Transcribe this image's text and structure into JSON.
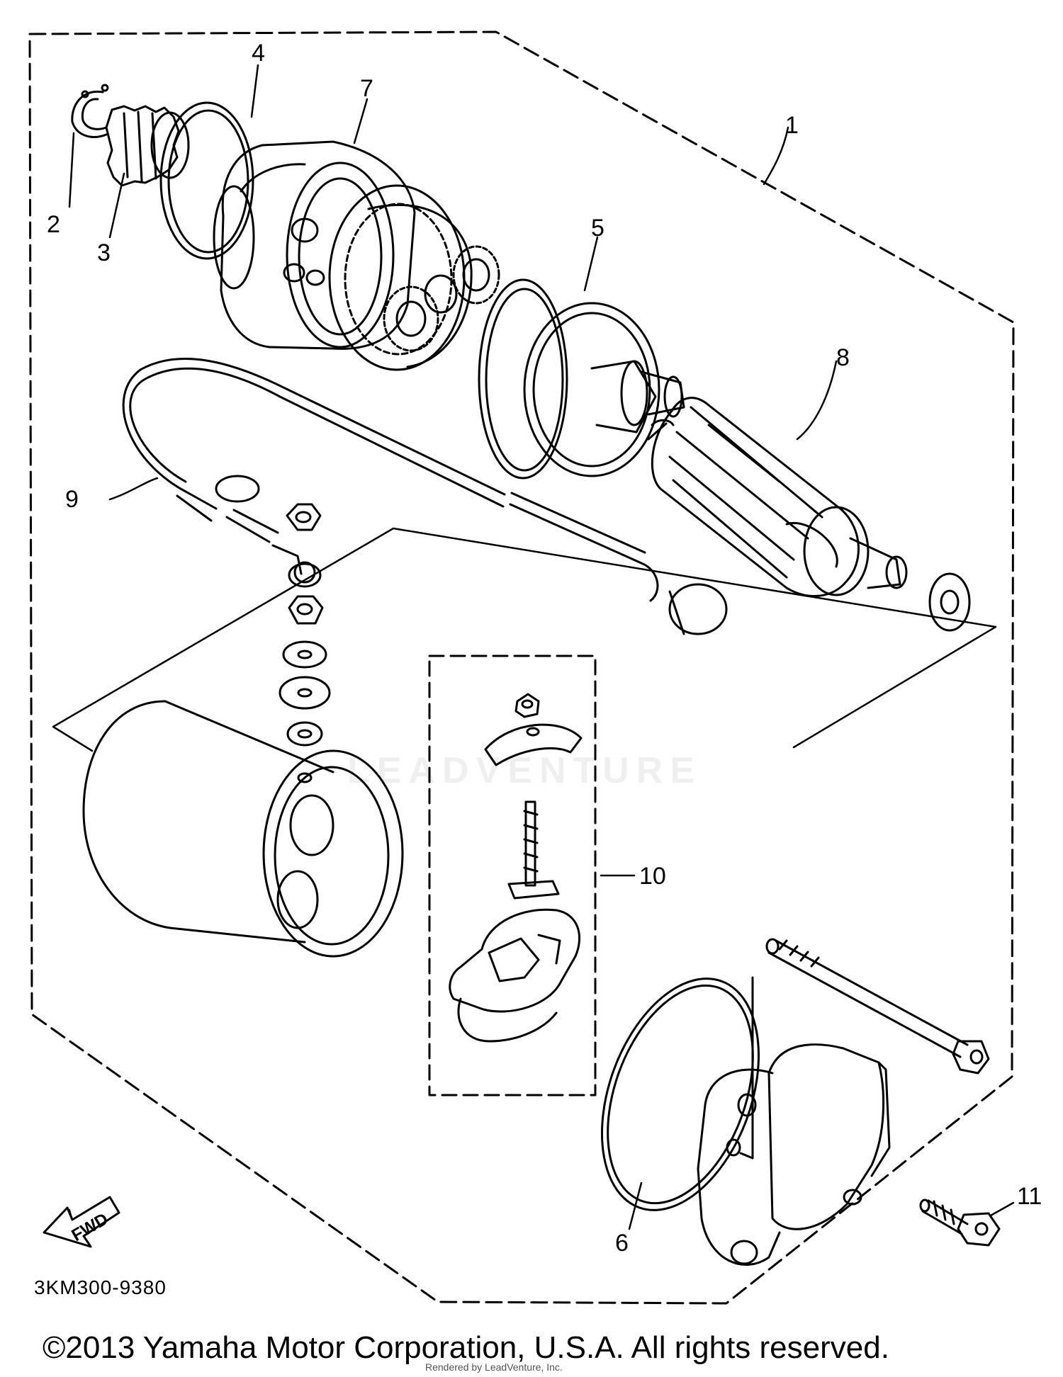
{
  "diagram": {
    "drawing_code": "3KM300-9380",
    "copyright": "©2013 Yamaha Motor Corporation, U.S.A. All rights reserved.",
    "rendered_by": "Rendered by LeadVenture, Inc.",
    "watermark": "LEADVENTURE",
    "fwd_label": "FWD",
    "callouts": {
      "c1": "1",
      "c2": "2",
      "c3": "3",
      "c4": "4",
      "c5": "5",
      "c6": "6",
      "c7": "7",
      "c8": "8",
      "c9": "9",
      "c10": "10",
      "c11": "11"
    }
  }
}
